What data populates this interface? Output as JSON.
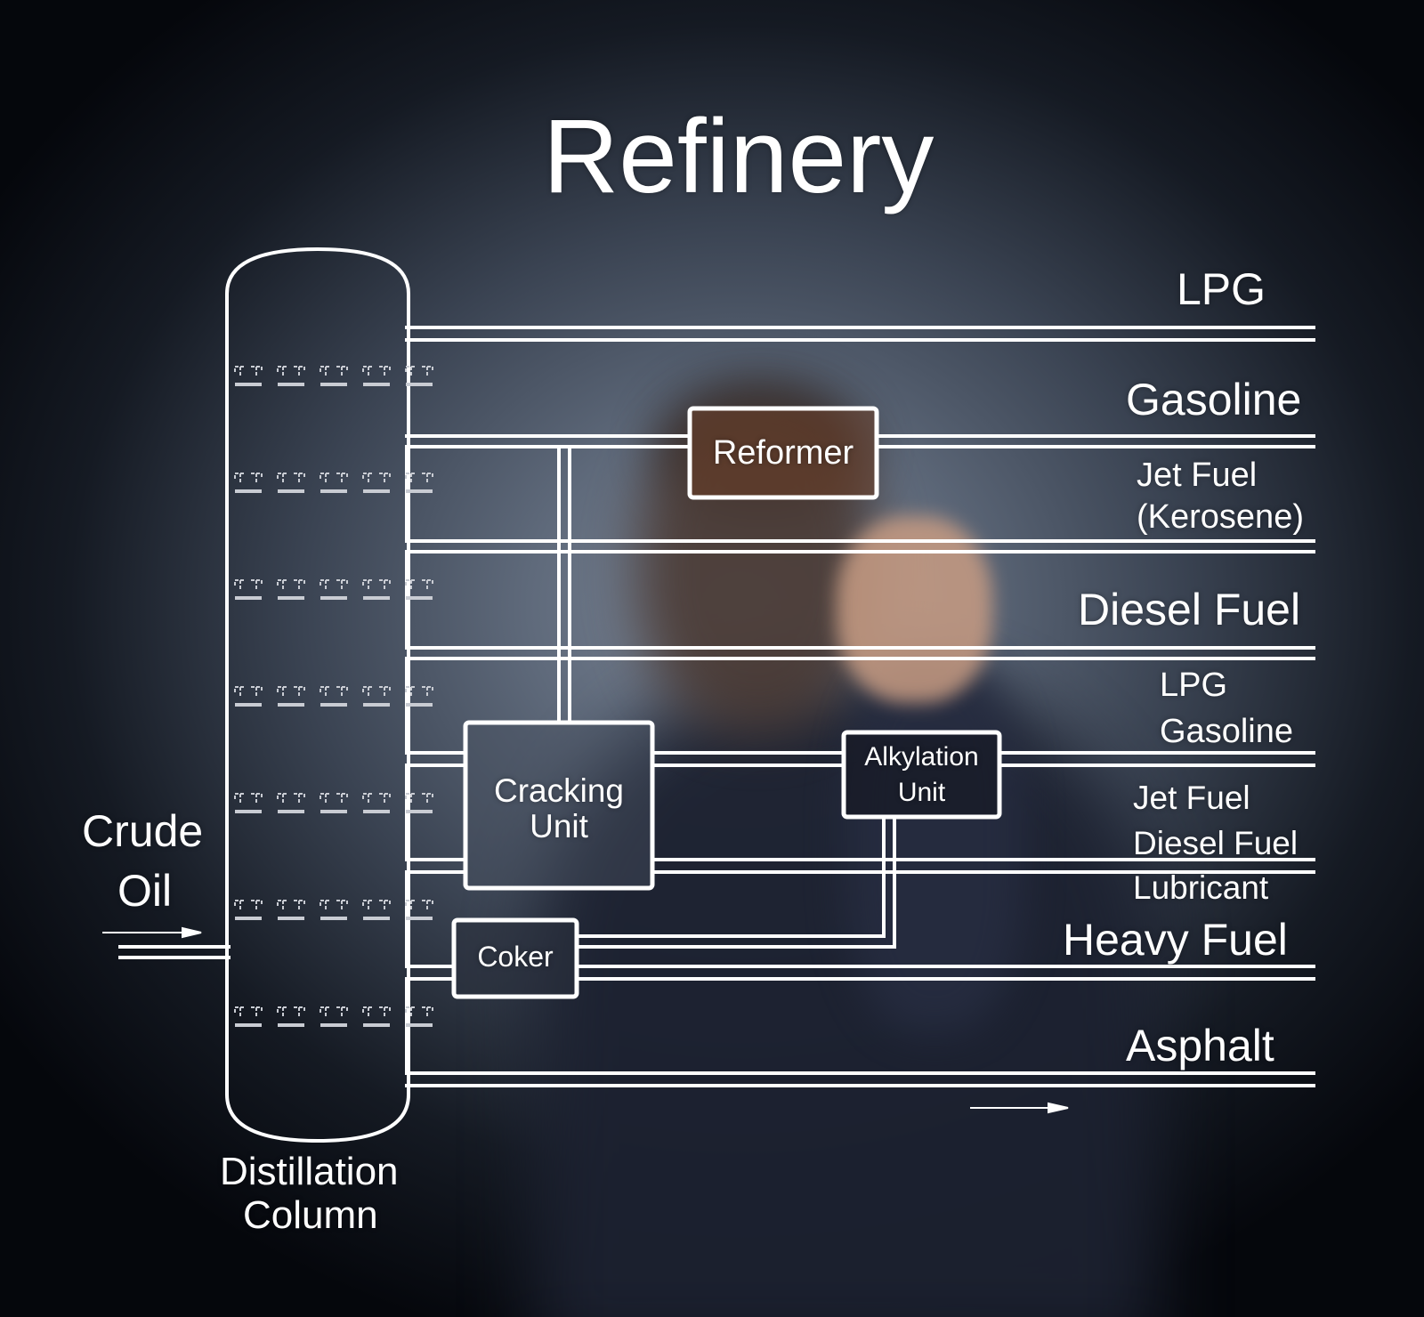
{
  "title": "Refinery",
  "column_label": [
    "Distillation",
    "Column"
  ],
  "input_label": [
    "Crude",
    "Oil"
  ],
  "units": {
    "reformer": "Reformer",
    "cracking": [
      "Cracking",
      "Unit"
    ],
    "alkylation": [
      "Alkylation",
      "Unit"
    ],
    "coker": "Coker"
  },
  "products": [
    {
      "label": "LPG"
    },
    {
      "label": "Gasoline"
    },
    {
      "label": "Jet Fuel",
      "label2": "(Kerosene)"
    },
    {
      "label": "Diesel Fuel"
    },
    {
      "label": "LPG"
    },
    {
      "label": "Gasoline"
    },
    {
      "label": "Jet Fuel"
    },
    {
      "label": "Diesel Fuel"
    },
    {
      "label": "Lubricant"
    },
    {
      "label": "Heavy Fuel"
    },
    {
      "label": "Asphalt"
    }
  ],
  "colors": {
    "line": "#ffffff",
    "tray": "#c9ccd3",
    "reformer_fill": "#6b3e27"
  }
}
